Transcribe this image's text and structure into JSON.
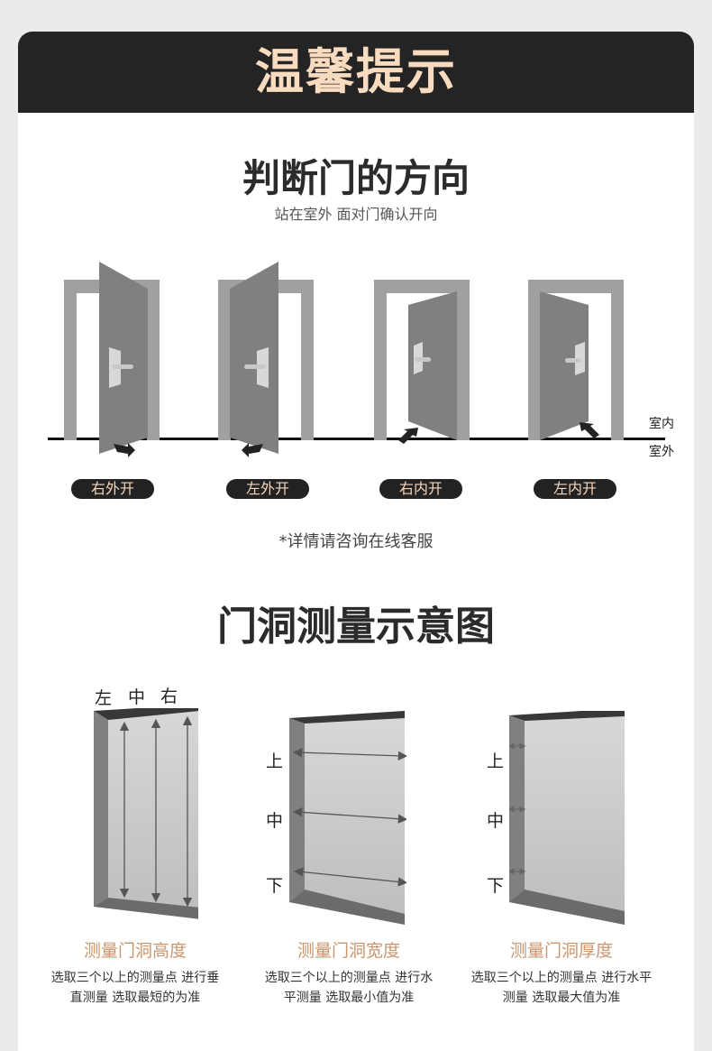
{
  "banner": {
    "title": "温馨提示"
  },
  "section1": {
    "title": "判断门的方向",
    "subtitle": "站在室外 面对门确认开向",
    "side_labels": {
      "inside": "室内",
      "outside": "室外"
    },
    "doors": [
      {
        "label": "右外开",
        "type": "right-outward"
      },
      {
        "label": "左外开",
        "type": "left-outward"
      },
      {
        "label": "右内开",
        "type": "right-inward"
      },
      {
        "label": "左内开",
        "type": "left-inward"
      }
    ],
    "note": "*详情请咨询在线客服"
  },
  "section2": {
    "title": "门洞测量示意图",
    "items": [
      {
        "title": "测量门洞高度",
        "desc_line1": "选取三个以上的测量点  进行垂",
        "desc_line2": "直测量  选取最短的为准",
        "points": [
          "左",
          "中",
          "右"
        ]
      },
      {
        "title": "测量门洞宽度",
        "desc_line1": "选取三个以上的测量点  进行水",
        "desc_line2": "平测量  选取最小值为准",
        "points": [
          "上",
          "中",
          "下"
        ]
      },
      {
        "title": "测量门洞厚度",
        "desc_line1": "选取三个以上的测量点  进行水平",
        "desc_line2": "测量  选取最大值为准",
        "points": [
          "上",
          "中",
          "下"
        ]
      }
    ]
  },
  "colors": {
    "banner_bg": "#242424",
    "banner_text": "#f9dcc0",
    "accent_title": "#c9966e",
    "door": "#808080",
    "frame": "#a0a0a0"
  }
}
